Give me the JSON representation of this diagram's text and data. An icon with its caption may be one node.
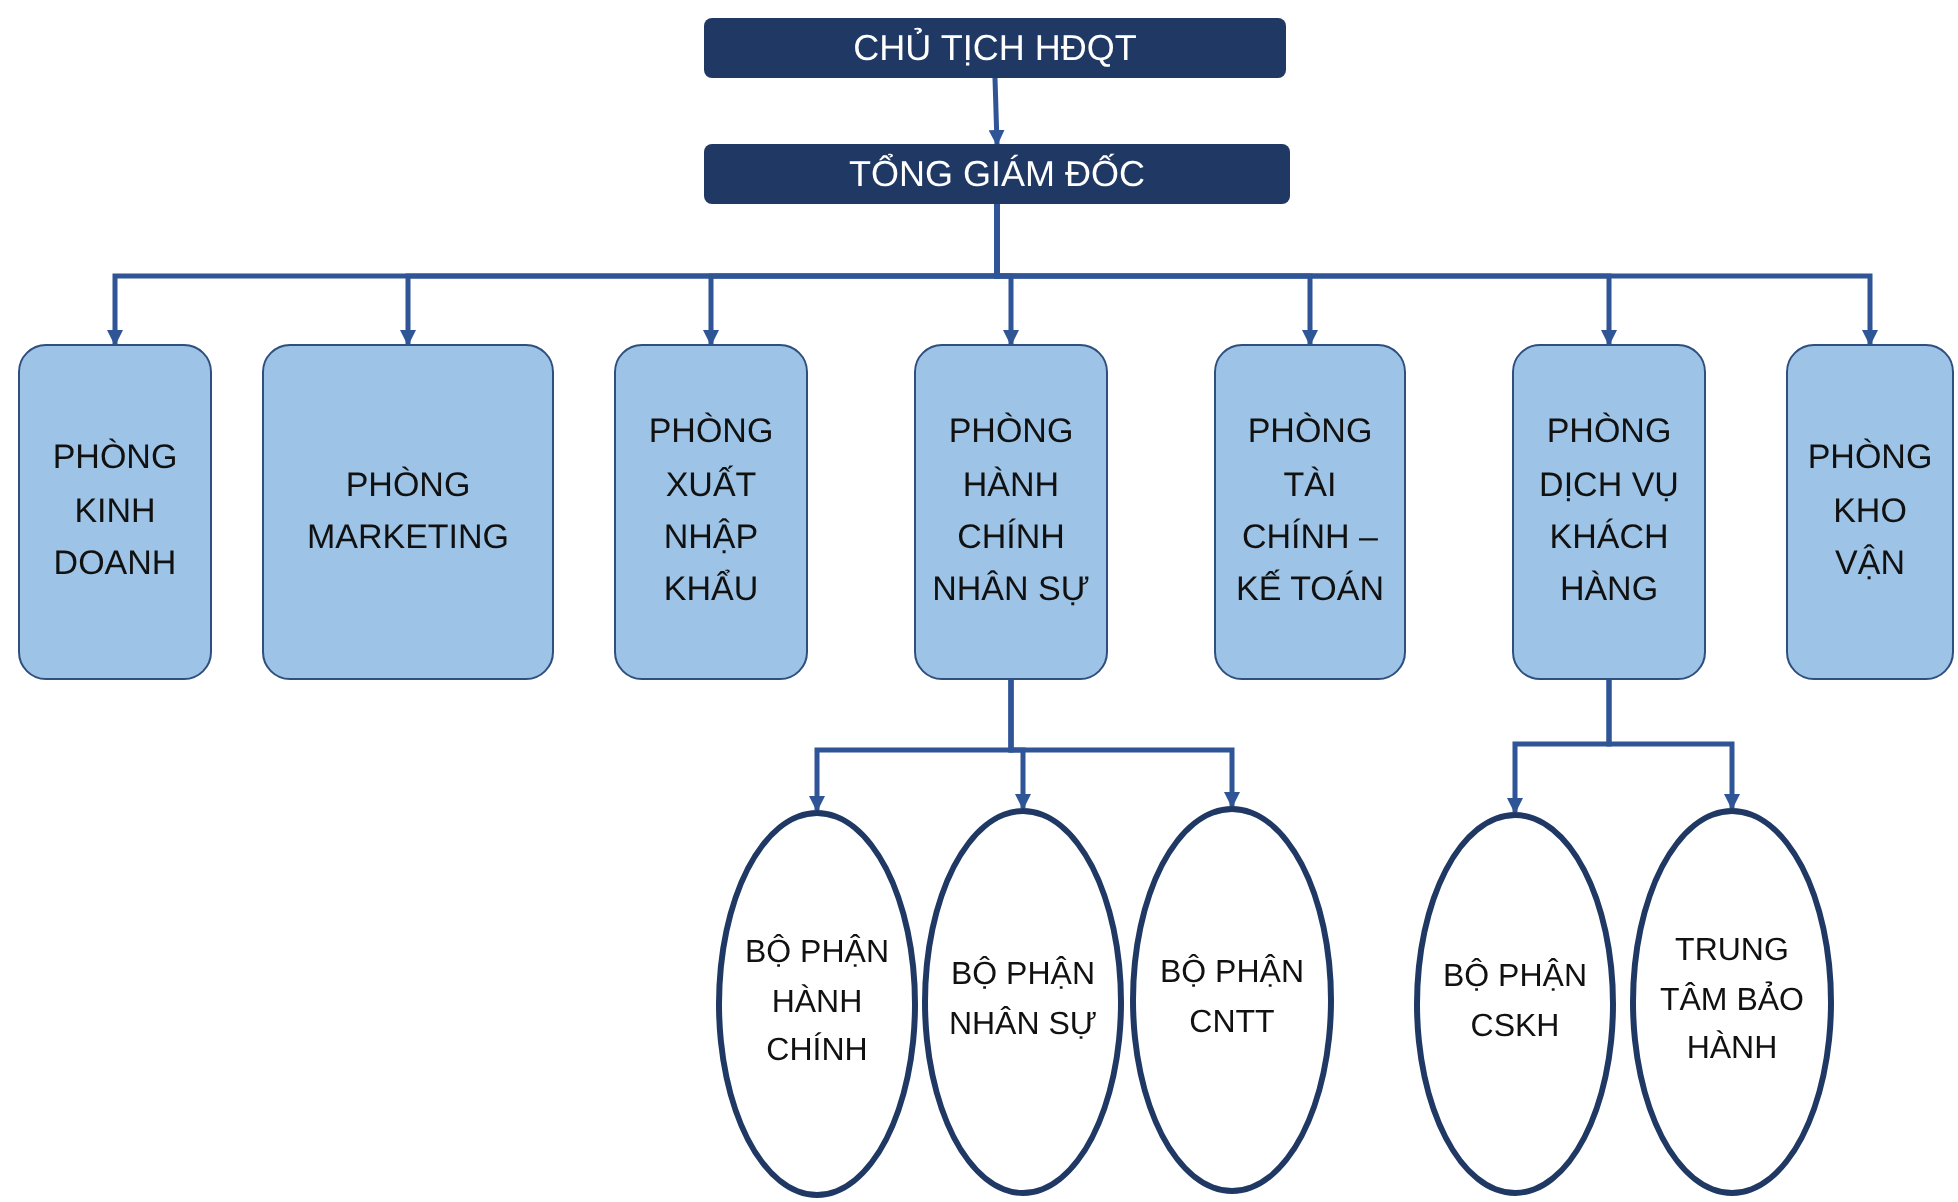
{
  "diagram": {
    "nodes": [
      {
        "text": [
          "CHỦ TỊCH HĐQT"
        ]
      },
      {
        "text": [
          "TỔNG GIÁM ĐỐC"
        ]
      },
      {
        "text": [
          "PHÒNG KINH DOANH"
        ]
      },
      {
        "text": [
          "PHÒNG MARKETING"
        ]
      },
      {
        "text": [
          "PHÒNG XUẤT NHẬP KHẨU"
        ]
      },
      {
        "text": [
          "PHÒNG HÀNH CHÍNH NHÂN SỰ"
        ]
      },
      {
        "text": [
          "PHÒNG TÀI CHÍNH – KẾ TOÁN"
        ]
      },
      {
        "text": [
          "PHÒNG DỊCH VỤ KHÁCH HÀNG"
        ]
      },
      {
        "text": [
          "PHÒNG KHO VẬN"
        ]
      },
      {
        "text": [
          "BỘ PHẬN HÀNH CHÍNH"
        ]
      },
      {
        "text": [
          "BỘ PHẬN NHÂN SỰ"
        ]
      },
      {
        "text": [
          "BỘ PHẬN CNTT"
        ]
      },
      {
        "text": [
          "BỘ PHẬN CSKH"
        ]
      },
      {
        "text": [
          "TRUNG TÂM BẢO HÀNH"
        ]
      }
    ],
    "edges": [
      {
        "from": 0,
        "to": 1,
        "arrow": "to"
      },
      {
        "from": 1,
        "to": 2,
        "arrow": "to"
      },
      {
        "from": 1,
        "to": 3,
        "arrow": "to"
      },
      {
        "from": 1,
        "to": 4,
        "arrow": "to"
      },
      {
        "from": 1,
        "to": 5,
        "arrow": "to"
      },
      {
        "from": 1,
        "to": 6,
        "arrow": "to"
      },
      {
        "from": 1,
        "to": 7,
        "arrow": "to"
      },
      {
        "from": 1,
        "to": 8,
        "arrow": "to"
      },
      {
        "from": 5,
        "to": 9,
        "arrow": "to"
      },
      {
        "from": 5,
        "to": 10,
        "arrow": "to"
      },
      {
        "from": 5,
        "to": 11,
        "arrow": "to"
      },
      {
        "from": 7,
        "to": 12,
        "arrow": "to"
      },
      {
        "from": 7,
        "to": 13,
        "arrow": "to"
      }
    ]
  }
}
